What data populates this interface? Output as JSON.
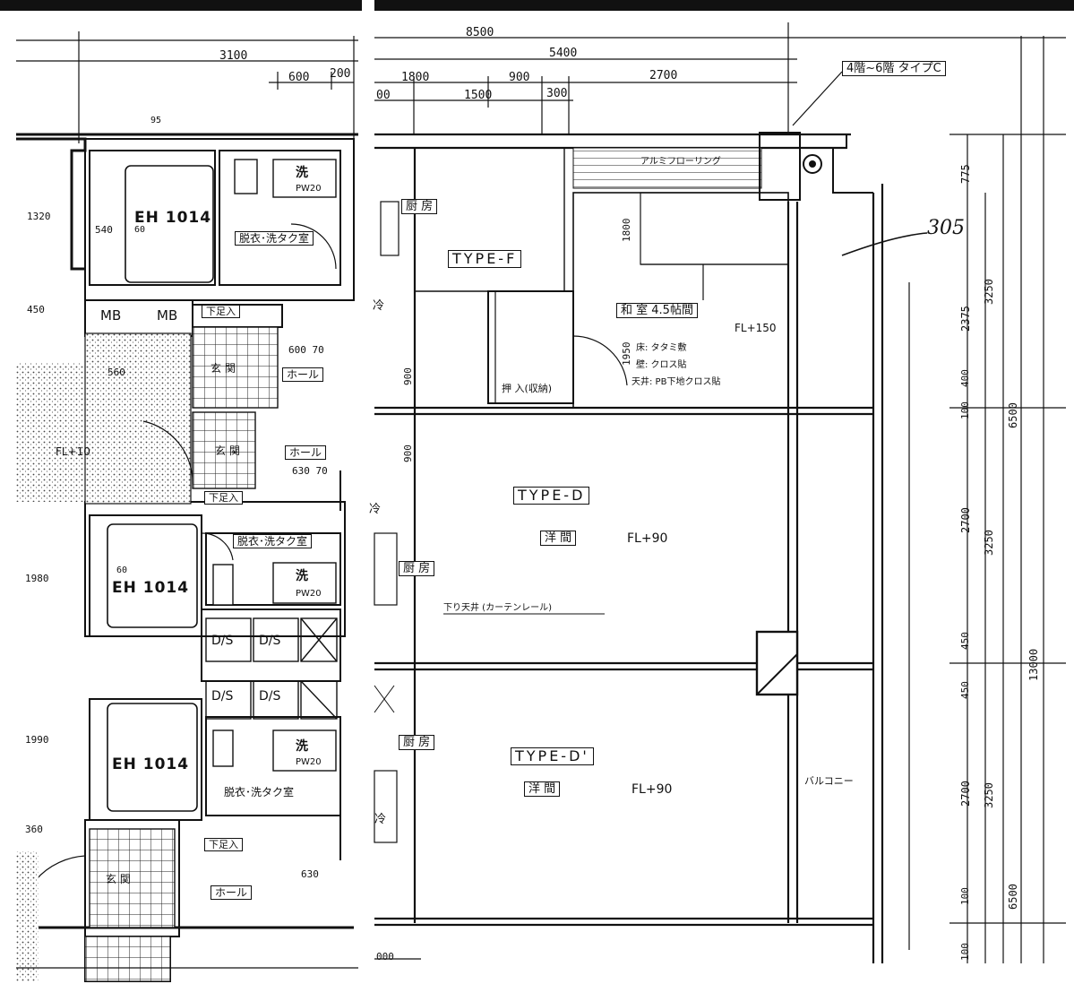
{
  "top_dimensions": {
    "d8500": "8500",
    "d5400": "5400",
    "d3100": "3100",
    "d600": "600",
    "d200": "200",
    "d1800": "1800",
    "d900": "900",
    "d2700": "2700",
    "d1500": "1500",
    "d300": "300",
    "d00": "00"
  },
  "floor_note": "4階~6階 タイプC",
  "annotation_305": "305",
  "units": {
    "upper": {
      "bath": "EH 1014",
      "dressing": "脱衣･洗タク室",
      "wash": "洗",
      "pw": "PW20",
      "mb1": "MB",
      "mb2": "MB",
      "shoe": "下足入",
      "entrance": "玄 関",
      "hall": "ホール",
      "dim_600_70": "600 70",
      "dim_540": "540",
      "dim_60": "60",
      "dim_95": "95",
      "dim_1320": "1320",
      "dim_450": "450",
      "dim_560": "560"
    },
    "middle": {
      "bath": "EH 1014",
      "dressing": "脱衣･洗タク室",
      "wash": "洗",
      "pw": "PW20",
      "entrance": "玄 関",
      "hall": "ホール",
      "shoe": "下足入",
      "fl": "FL+10",
      "dim_630_70": "630 70",
      "dim_60": "60",
      "dim_1980": "1980",
      "ds1": "D/S",
      "ds2": "D/S"
    },
    "lower": {
      "bath": "EH 1014",
      "dressing": "脱衣･洗タク室",
      "wash": "洗",
      "pw": "PW20",
      "entrance": "玄 関",
      "hall": "ホール",
      "shoe": "下足入",
      "dim_630": "630",
      "dim_1990": "1990",
      "dim_360": "360",
      "ds1": "D/S",
      "ds2": "D/S"
    }
  },
  "type_f": {
    "label": "TYPE-F",
    "kitchen": "厨 房",
    "reizo": "冷",
    "washitsu": "和 室 4.5帖間",
    "fl": "FL+150",
    "yuka": "床: タタミ敷",
    "kabe": "壁: クロス貼",
    "tenjo": "天井: PB下地クロス貼",
    "oshiire": "押 入(収納)",
    "aluminum": "アルミフローリング",
    "dim_1800": "1800",
    "dim_1950": "1950",
    "dim_900": "900"
  },
  "type_d": {
    "label": "TYPE-D",
    "room": "洋 間",
    "fl": "FL+90",
    "kitchen": "厨 房",
    "reizo": "冷",
    "curtain": "下り天井 (カーテンレール)",
    "dim_900": "900"
  },
  "type_d2": {
    "label": "TYPE-D'",
    "room": "洋 間",
    "fl": "FL+90",
    "kitchen": "厨 房",
    "reizo": "冷",
    "balcony": "バルコニー"
  },
  "right_dimensions": {
    "d775": "775",
    "d2375": "2375",
    "d3250a": "3250",
    "d400": "400",
    "d100a": "100",
    "d6500a": "6500",
    "d2700a": "2700",
    "d3250b": "3250",
    "d450a": "450",
    "d450b": "450",
    "d13000": "13000",
    "d2700b": "2700",
    "d3250c": "3250",
    "d100b": "100",
    "d6500b": "6500",
    "d100c": "100"
  },
  "bottom_dims": {
    "d000": "000"
  }
}
